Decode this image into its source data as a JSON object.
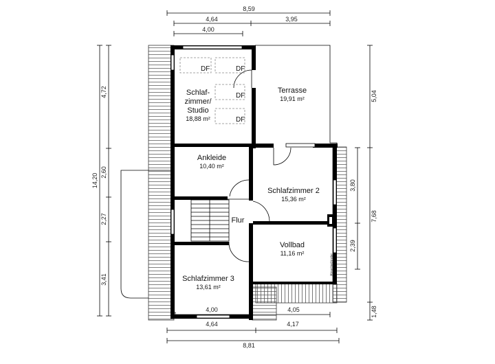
{
  "dimensions": {
    "top": [
      "8,59",
      "4,64",
      "3,95",
      "4,00"
    ],
    "bottom": [
      "4,00",
      "4,05",
      "4,64",
      "4,17",
      "8,81"
    ],
    "left": [
      "14,20",
      "4,72",
      "2,60",
      "2,27",
      "3,41"
    ],
    "right": [
      "5,04",
      "3,80",
      "7,68",
      "2,39",
      "1,48"
    ]
  },
  "rooms": [
    {
      "id": "schlafzimmer-studio",
      "name_lines": [
        "Schlaf-",
        "zimmer/",
        "Studio"
      ],
      "area": "18,88 m²"
    },
    {
      "id": "terrasse",
      "name_lines": [
        "Terrasse"
      ],
      "area": "19,91 m²"
    },
    {
      "id": "ankleide",
      "name_lines": [
        "Ankleide"
      ],
      "area": "10,40 m²"
    },
    {
      "id": "schlafzimmer-2",
      "name_lines": [
        "Schlafzimmer 2"
      ],
      "area": "15,36 m²"
    },
    {
      "id": "flur",
      "name_lines": [
        "Flur"
      ],
      "area": ""
    },
    {
      "id": "vollbad",
      "name_lines": [
        "Vollbad"
      ],
      "area": "11,16 m²"
    },
    {
      "id": "schlafzimmer-3",
      "name_lines": [
        "Schlafzimmer 3"
      ],
      "area": "13,61 m²"
    }
  ],
  "skylights": [
    "DF",
    "DF",
    "DF",
    "DF"
  ],
  "annotations": {
    "vertical_small": "Abseilgeländer"
  }
}
